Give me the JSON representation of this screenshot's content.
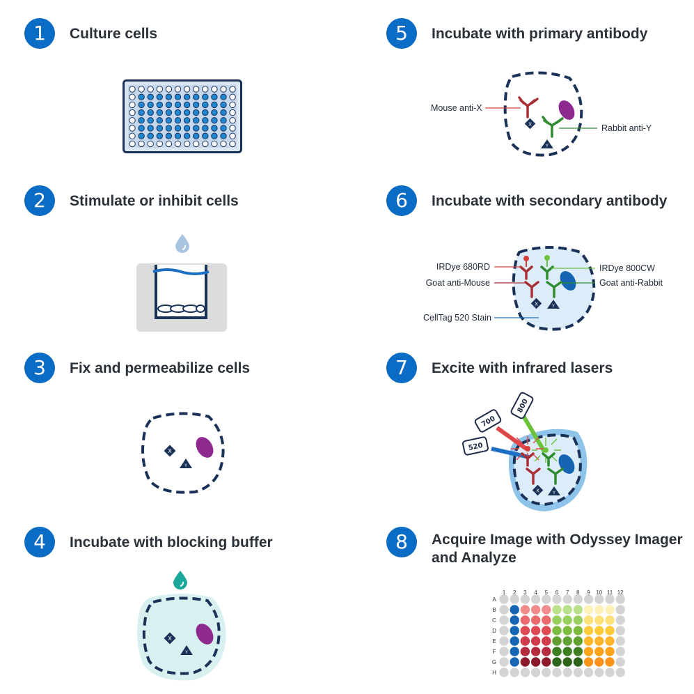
{
  "steps": [
    {
      "number": "1",
      "title": "Culture cells"
    },
    {
      "number": "2",
      "title": "Stimulate or inhibit cells"
    },
    {
      "number": "3",
      "title": "Fix and permeabilize cells"
    },
    {
      "number": "4",
      "title": "Incubate with blocking buffer"
    },
    {
      "number": "5",
      "title": "Incubate with primary antibody"
    },
    {
      "number": "6",
      "title": "Incubate with secondary antibody"
    },
    {
      "number": "7",
      "title": "Excite with infrared lasers"
    },
    {
      "number": "8",
      "title_line1": "Acquire Image with Odyssey Imager",
      "title_line2": "and Analyze"
    }
  ],
  "step5_labels": {
    "mouse": "Mouse anti-X",
    "rabbit": "Rabbit anti-Y"
  },
  "step6_labels": {
    "ir680": "IRDye 680RD",
    "goat_mouse": "Goat anti-Mouse",
    "celltag": "CellTag 520 Stain",
    "ir800": "IRDye 800CW",
    "goat_rabbit": "Goat anti-Rabbit"
  },
  "step7_lasers": [
    "800",
    "700",
    "520"
  ],
  "antigen_labels": {
    "x": "X",
    "y": "Y"
  },
  "plate_columns": [
    "1",
    "2",
    "3",
    "4",
    "5",
    "6",
    "7",
    "8",
    "9",
    "10",
    "11",
    "12"
  ],
  "plate_rows": [
    "A",
    "B",
    "C",
    "D",
    "E",
    "F",
    "G",
    "H"
  ],
  "colors": {
    "accent": "#0a6cc4",
    "navy": "#1b3258",
    "purple": "#8e2a8f",
    "red_antibody": "#a83034",
    "green_antibody": "#2e8b2e",
    "light_blue_fill": "#dcecf8",
    "light_teal_fill": "#d9f0f0"
  }
}
